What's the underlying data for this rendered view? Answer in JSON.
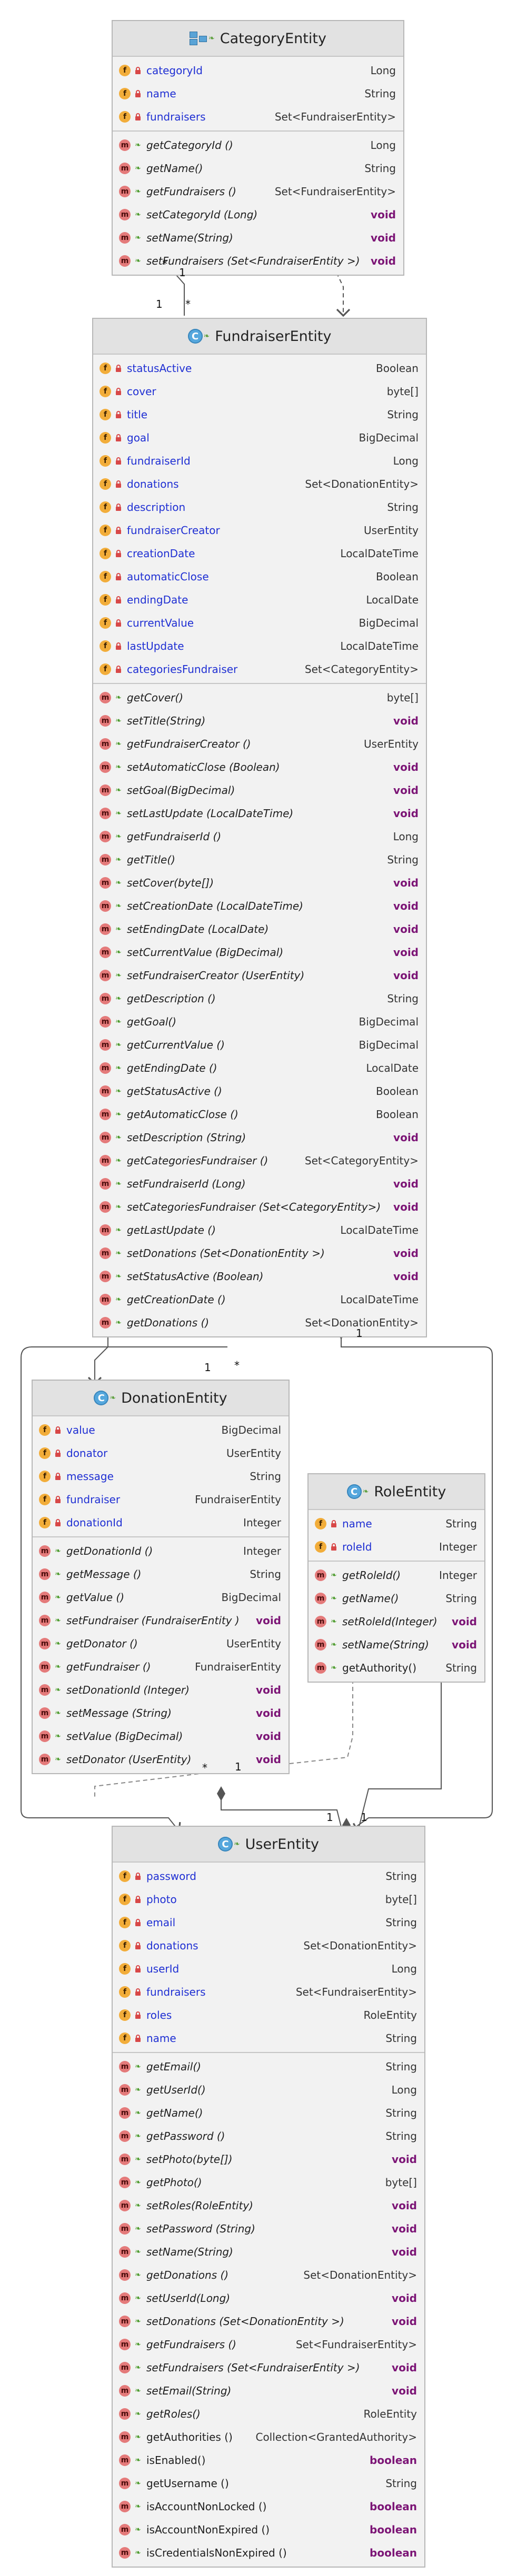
{
  "entities": {
    "category": {
      "title": "CategoryEntity",
      "fields": [
        {
          "name": "categoryId",
          "type": "Long"
        },
        {
          "name": "name",
          "type": "String"
        },
        {
          "name": "fundraisers",
          "type": "Set<FundraiserEntity>"
        }
      ],
      "methods": [
        {
          "name": "getCategoryId ()",
          "type": "Long"
        },
        {
          "name": "getName()",
          "type": "String"
        },
        {
          "name": "getFundraisers ()",
          "type": "Set<FundraiserEntity>"
        },
        {
          "name": "setCategoryId (Long)",
          "type": "void"
        },
        {
          "name": "setName(String)",
          "type": "void"
        },
        {
          "name": "setFundraisers (Set<FundraiserEntity >)",
          "type": "void"
        }
      ]
    },
    "fundraiser": {
      "title": "FundraiserEntity",
      "fields": [
        {
          "name": "statusActive",
          "type": "Boolean"
        },
        {
          "name": "cover",
          "type": "byte[]"
        },
        {
          "name": "title",
          "type": "String"
        },
        {
          "name": "goal",
          "type": "BigDecimal"
        },
        {
          "name": "fundraiserId",
          "type": "Long"
        },
        {
          "name": "donations",
          "type": "Set<DonationEntity>"
        },
        {
          "name": "description",
          "type": "String"
        },
        {
          "name": "fundraiserCreator",
          "type": "UserEntity"
        },
        {
          "name": "creationDate",
          "type": "LocalDateTime"
        },
        {
          "name": "automaticClose",
          "type": "Boolean"
        },
        {
          "name": "endingDate",
          "type": "LocalDate"
        },
        {
          "name": "currentValue",
          "type": "BigDecimal"
        },
        {
          "name": "lastUpdate",
          "type": "LocalDateTime"
        },
        {
          "name": "categoriesFundraiser",
          "type": "Set<CategoryEntity>"
        }
      ],
      "methods": [
        {
          "name": "getCover()",
          "type": "byte[]"
        },
        {
          "name": "setTitle(String)",
          "type": "void"
        },
        {
          "name": "getFundraiserCreator ()",
          "type": "UserEntity"
        },
        {
          "name": "setAutomaticClose (Boolean)",
          "type": "void"
        },
        {
          "name": "setGoal(BigDecimal)",
          "type": "void"
        },
        {
          "name": "setLastUpdate (LocalDateTime)",
          "type": "void"
        },
        {
          "name": "getFundraiserId ()",
          "type": "Long"
        },
        {
          "name": "getTitle()",
          "type": "String"
        },
        {
          "name": "setCover(byte[])",
          "type": "void"
        },
        {
          "name": "setCreationDate (LocalDateTime)",
          "type": "void"
        },
        {
          "name": "setEndingDate (LocalDate)",
          "type": "void"
        },
        {
          "name": "setCurrentValue (BigDecimal)",
          "type": "void"
        },
        {
          "name": "setFundraiserCreator (UserEntity)",
          "type": "void"
        },
        {
          "name": "getDescription ()",
          "type": "String"
        },
        {
          "name": "getGoal()",
          "type": "BigDecimal"
        },
        {
          "name": "getCurrentValue ()",
          "type": "BigDecimal"
        },
        {
          "name": "getEndingDate ()",
          "type": "LocalDate"
        },
        {
          "name": "getStatusActive ()",
          "type": "Boolean"
        },
        {
          "name": "getAutomaticClose ()",
          "type": "Boolean"
        },
        {
          "name": "setDescription (String)",
          "type": "void"
        },
        {
          "name": "getCategoriesFundraiser ()",
          "type": "Set<CategoryEntity>"
        },
        {
          "name": "setFundraiserId (Long)",
          "type": "void"
        },
        {
          "name": "setCategoriesFundraiser (Set<CategoryEntity>)",
          "type": "void"
        },
        {
          "name": "getLastUpdate ()",
          "type": "LocalDateTime"
        },
        {
          "name": "setDonations (Set<DonationEntity >)",
          "type": "void"
        },
        {
          "name": "setStatusActive (Boolean)",
          "type": "void"
        },
        {
          "name": "getCreationDate ()",
          "type": "LocalDateTime"
        },
        {
          "name": "getDonations ()",
          "type": "Set<DonationEntity>"
        }
      ]
    },
    "donation": {
      "title": "DonationEntity",
      "fields": [
        {
          "name": "value",
          "type": "BigDecimal"
        },
        {
          "name": "donator",
          "type": "UserEntity"
        },
        {
          "name": "message",
          "type": "String"
        },
        {
          "name": "fundraiser",
          "type": "FundraiserEntity"
        },
        {
          "name": "donationId",
          "type": "Integer"
        }
      ],
      "methods": [
        {
          "name": "getDonationId ()",
          "type": "Integer"
        },
        {
          "name": "getMessage ()",
          "type": "String"
        },
        {
          "name": "getValue ()",
          "type": "BigDecimal"
        },
        {
          "name": "setFundraiser (FundraiserEntity )",
          "type": "void"
        },
        {
          "name": "getDonator ()",
          "type": "UserEntity"
        },
        {
          "name": "getFundraiser ()",
          "type": "FundraiserEntity"
        },
        {
          "name": "setDonationId (Integer)",
          "type": "void"
        },
        {
          "name": "setMessage (String)",
          "type": "void"
        },
        {
          "name": "setValue (BigDecimal)",
          "type": "void"
        },
        {
          "name": "setDonator (UserEntity)",
          "type": "void"
        }
      ]
    },
    "role": {
      "title": "RoleEntity",
      "fields": [
        {
          "name": "name",
          "type": "String"
        },
        {
          "name": "roleId",
          "type": "Integer"
        }
      ],
      "methods": [
        {
          "name": "getRoleId()",
          "type": "Integer"
        },
        {
          "name": "getName()",
          "type": "String"
        },
        {
          "name": "setRoleId(Integer)",
          "type": "void"
        },
        {
          "name": "setName(String)",
          "type": "void"
        },
        {
          "name": "getAuthority()",
          "type": "String"
        }
      ]
    },
    "user": {
      "title": "UserEntity",
      "fields": [
        {
          "name": "password",
          "type": "String"
        },
        {
          "name": "photo",
          "type": "byte[]"
        },
        {
          "name": "email",
          "type": "String"
        },
        {
          "name": "donations",
          "type": "Set<DonationEntity>"
        },
        {
          "name": "userId",
          "type": "Long"
        },
        {
          "name": "fundraisers",
          "type": "Set<FundraiserEntity>"
        },
        {
          "name": "roles",
          "type": "RoleEntity"
        },
        {
          "name": "name",
          "type": "String"
        }
      ],
      "methods": [
        {
          "name": "getEmail()",
          "type": "String"
        },
        {
          "name": "getUserId()",
          "type": "Long"
        },
        {
          "name": "getName()",
          "type": "String"
        },
        {
          "name": "getPassword ()",
          "type": "String"
        },
        {
          "name": "setPhoto(byte[])",
          "type": "void"
        },
        {
          "name": "getPhoto()",
          "type": "byte[]"
        },
        {
          "name": "setRoles(RoleEntity)",
          "type": "void"
        },
        {
          "name": "setPassword (String)",
          "type": "void"
        },
        {
          "name": "setName(String)",
          "type": "void"
        },
        {
          "name": "getDonations ()",
          "type": "Set<DonationEntity>"
        },
        {
          "name": "setUserId(Long)",
          "type": "void"
        },
        {
          "name": "setDonations (Set<DonationEntity >)",
          "type": "void"
        },
        {
          "name": "getFundraisers ()",
          "type": "Set<FundraiserEntity>"
        },
        {
          "name": "setFundraisers (Set<FundraiserEntity >)",
          "type": "void"
        },
        {
          "name": "setEmail(String)",
          "type": "void"
        },
        {
          "name": "getRoles()",
          "type": "RoleEntity"
        },
        {
          "name": "getAuthorities ()",
          "type": "Collection<GrantedAuthority>"
        },
        {
          "name": "isEnabled()",
          "type": "boolean"
        },
        {
          "name": "getUsername ()",
          "type": "String"
        },
        {
          "name": "isAccountNonLocked ()",
          "type": "boolean"
        },
        {
          "name": "isAccountNonExpired ()",
          "type": "boolean"
        },
        {
          "name": "isCredentialsNonExpired ()",
          "type": "boolean"
        }
      ]
    }
  },
  "multiplicities": {
    "cat_star": "*",
    "cat_one": "1",
    "fund_one_top": "1",
    "fund_star_top": "*",
    "fund_one_bottom": "1",
    "fund_star_bottom": "*",
    "don_one": "1",
    "don_star": "1",
    "don_star_left": "*",
    "user_one_a": "1",
    "user_one_b": "1"
  },
  "colors": {
    "field_name": "#1f2fd3",
    "keyword": "#7c1576",
    "field_icon": "#f2ad3a",
    "method_icon": "#e47a7a",
    "class_icon": "#55a7dd",
    "line": "#555555"
  }
}
